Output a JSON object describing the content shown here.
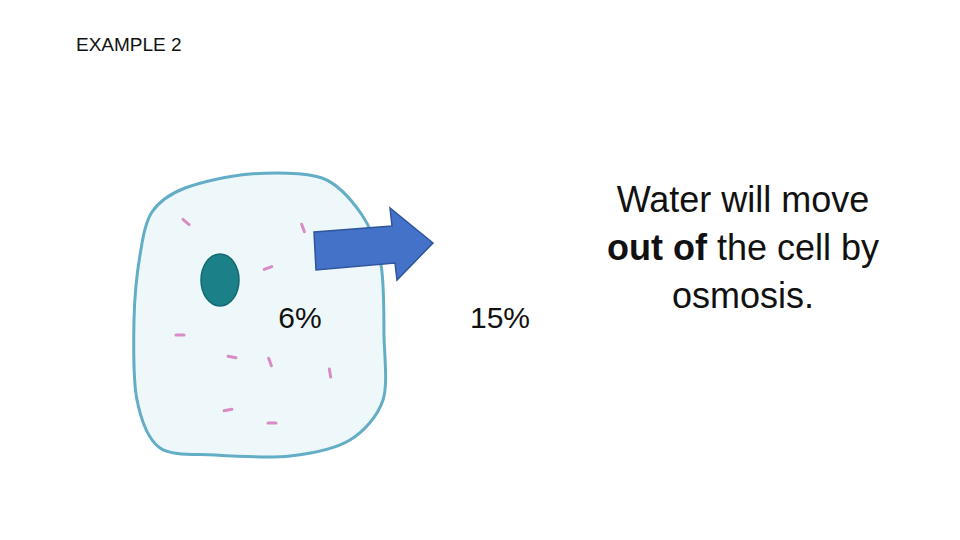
{
  "diagram": {
    "title": "EXAMPLE 2",
    "nodes": [
      {
        "text": [
          "6%"
        ]
      }
    ],
    "labels": [
      "15%",
      "Water will move",
      "out of",
      "the cell by",
      "osmosis."
    ]
  }
}
